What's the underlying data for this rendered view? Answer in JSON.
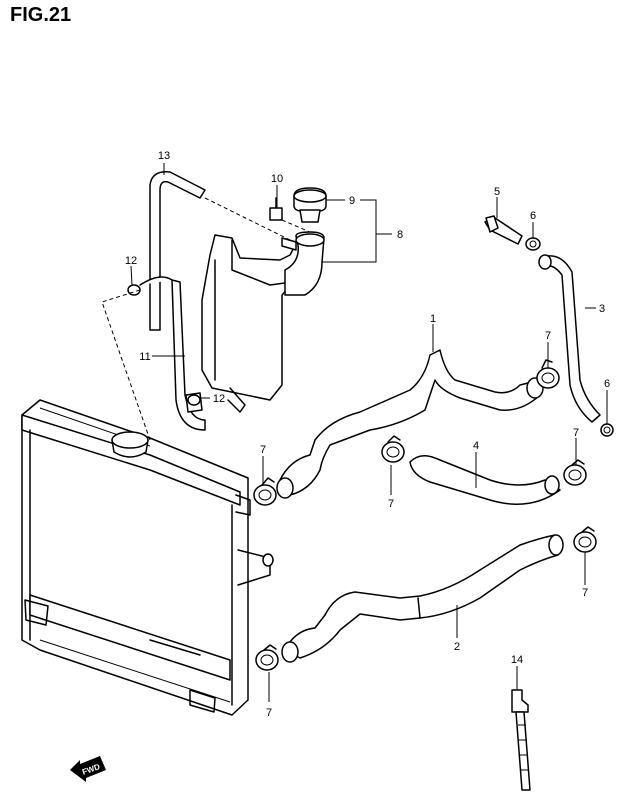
{
  "figure": {
    "title": "FIG.21"
  },
  "callouts": {
    "c1": "1",
    "c2": "2",
    "c3": "3",
    "c4": "4",
    "c5": "5",
    "c6a": "6",
    "c6b": "6",
    "c7a": "7",
    "c7b": "7",
    "c7c": "7",
    "c7d": "7",
    "c7e": "7",
    "c7f": "7",
    "c8": "8",
    "c9": "9",
    "c10": "10",
    "c11": "11",
    "c12a": "12",
    "c12b": "12",
    "c13": "13",
    "c14": "14"
  },
  "direction_marker": {
    "label": "FWD"
  },
  "line_color": "#000000",
  "background_color": "#ffffff"
}
